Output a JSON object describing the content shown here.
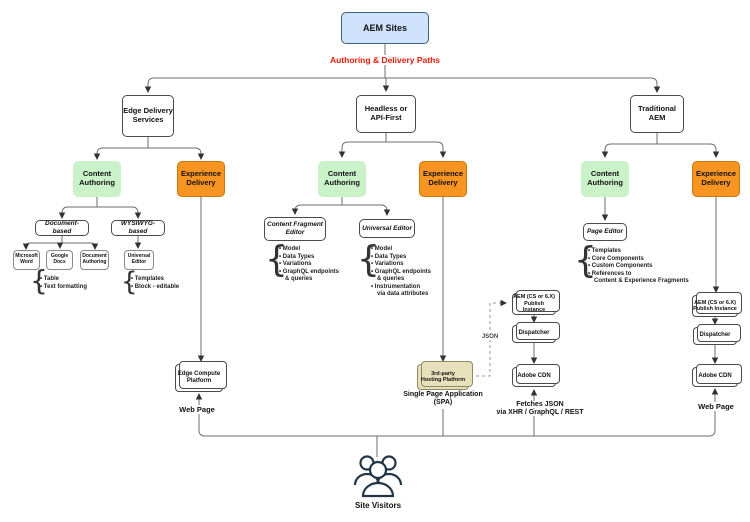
{
  "colors": {
    "node_blue": "#cfe2fb",
    "node_green": "#c9f2c9",
    "node_orange": "#f79422",
    "node_tan": "#e6e0bb",
    "accent_red": "#ee1b0c"
  },
  "root": {
    "label": "AEM Sites"
  },
  "paths_label": "Authoring & Delivery Paths",
  "edge": {
    "label": "Edge Delivery Services",
    "content_authoring": "Content Authoring",
    "experience_delivery": "Experience Delivery",
    "document_based": "Document-based",
    "wysiwyg_based": "WYSIWYG-based",
    "microsoft_word": "Microsoft Word",
    "google_docs": "Google Docs",
    "document_authoring": "Document Authoring",
    "universal_editor": "Universal Editor",
    "doc_bullets": [
      "Table",
      "Text formatting"
    ],
    "ue_bullets": [
      "Templates",
      "Block - editable"
    ],
    "edge_compute": "Edge Compute Platform",
    "web_page": "Web Page"
  },
  "headless": {
    "label": "Headless or API-First",
    "content_authoring": "Content Authoring",
    "experience_delivery": "Experience Delivery",
    "cfe": "Content Fragment Editor",
    "universal_editor": "Universal Editor",
    "cfe_bullets": [
      "Model",
      "Data Types",
      "Variations",
      "GraphQL endpoints",
      "& queries"
    ],
    "ue_bullets": [
      "Model",
      "Data Types",
      "Variations",
      "GraphQL endpoints",
      "& queries",
      "Instrumentation",
      "via data attributes"
    ],
    "spa_box_1": "3rd-party",
    "spa_box_2": "Hosting Platform",
    "spa_label_1": "Single Page Application",
    "spa_label_2": "(SPA)",
    "json_label": "JSON",
    "aem_publish_1": "AEM (CS or 6.X)",
    "aem_publish_2": "Publish Instance",
    "dispatcher": "Dispatcher",
    "adobe_cdn": "Adobe CDN",
    "fetches_1": "Fetches JSON",
    "fetches_2": "via XHR / GraphQL / REST"
  },
  "traditional": {
    "label": "Traditional AEM",
    "content_authoring": "Content Authoring",
    "experience_delivery": "Experience Delivery",
    "page_editor": "Page Editor",
    "pe_bullets": [
      "Templates",
      "Core Components",
      "Custom Components",
      "References to",
      "Content & Experience Fragments"
    ],
    "aem_publish_1": "AEM (CS or 6.X)",
    "aem_publish_2": "Publish Instance",
    "dispatcher": "Dispatcher",
    "adobe_cdn": "Adobe CDN",
    "web_page": "Web Page"
  },
  "visitors": {
    "label": "Site Visitors"
  }
}
